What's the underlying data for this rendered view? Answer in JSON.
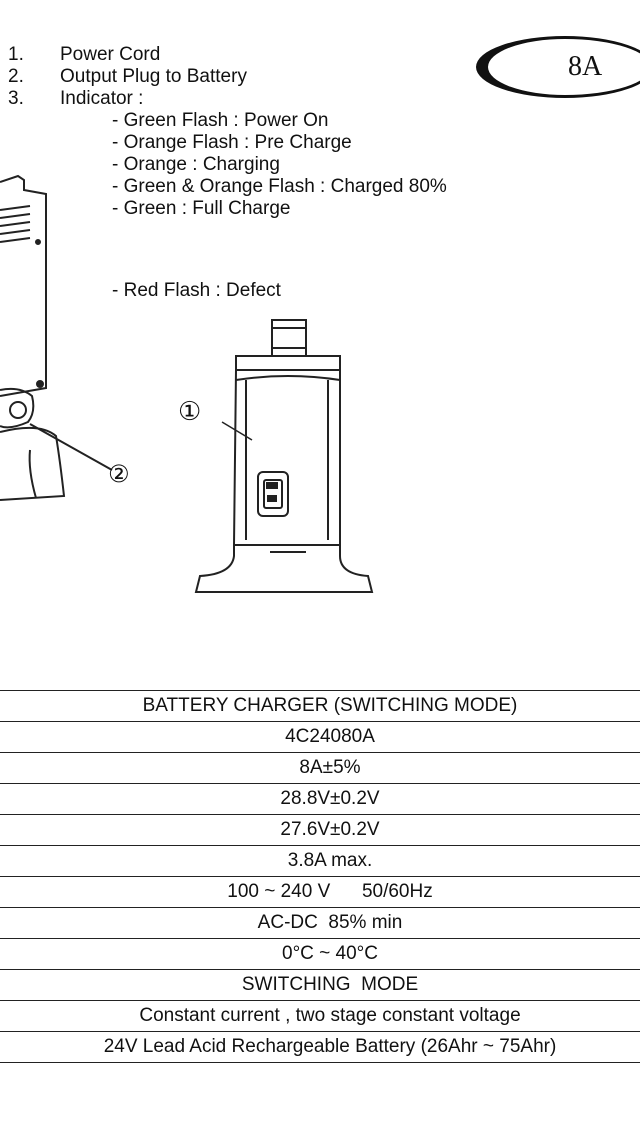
{
  "header": {
    "list": [
      {
        "num": "1.",
        "text": "Power Cord"
      },
      {
        "num": "2.",
        "text": "Output Plug to Battery"
      },
      {
        "num": "3.",
        "text": "Indicator :"
      }
    ],
    "indicators": [
      "-  Green Flash : Power On",
      "-  Orange Flash : Pre Charge",
      "-  Orange : Charging",
      "-  Green & Orange Flash : Charged 80%",
      "-  Green : Full Charge",
      "-  Red Flash : Defect"
    ],
    "badge": "8A"
  },
  "figure": {
    "callout_1": "①",
    "callout_2": "②"
  },
  "spec_table": {
    "rows": [
      "BATTERY CHARGER (SWITCHING MODE)",
      "4C24080A",
      "8A±5%",
      "28.8V±0.2V",
      "27.6V±0.2V",
      "3.8A  max.",
      "100 ~ 240 V      50/60Hz",
      "AC-DC  85% min",
      "0°C ~ 40°C",
      "SWITCHING  MODE",
      "Constant current , two stage constant voltage",
      "24V Lead Acid Rechargeable Battery (26Ahr ~ 75Ahr)"
    ]
  }
}
